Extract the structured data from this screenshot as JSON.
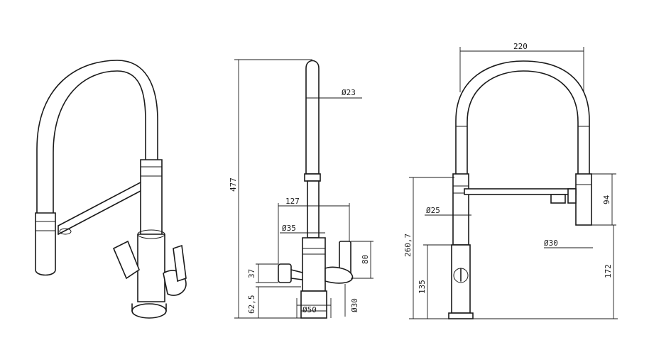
{
  "dimensions": {
    "side": {
      "height_total": "477",
      "spout_diameter": "Ø23",
      "handle_span": "127",
      "body_diameter": "Ø35",
      "handle_height": "80",
      "left_handle_height": "37",
      "base_height": "62,5",
      "base_diameter": "Ø50",
      "handle_diameter": "Ø30"
    },
    "front": {
      "width": "220",
      "hose_height": "94",
      "outlet_height": "260,7",
      "spout_diameter": "Ø25",
      "head_diameter": "Ø30",
      "body_height": "135",
      "head_bottom_height": "172"
    }
  }
}
